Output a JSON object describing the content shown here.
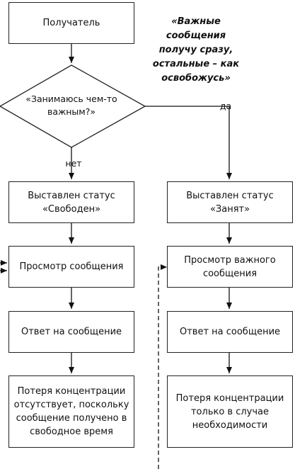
{
  "note": "«Важные сообщения получу сразу, остальные – как освобожусь»",
  "nodes": {
    "recipient": "Получатель",
    "decision": "«Занимаюсь чем-то важным?»",
    "status_free": "Выставлен статус «Свободен»",
    "status_busy": "Выставлен статус «Занят»",
    "view_message": "Просмотр сообщения",
    "view_important": "Просмотр важного сообщения",
    "reply_left": "Ответ на сообщение",
    "reply_right": "Ответ на сообщение",
    "result_left": "Потеря концентрации отсутствует, поскольку сообщение получено в свободное время",
    "result_right": "Потеря концентрации только в случае необходимости"
  },
  "edges": {
    "yes_label": "да",
    "no_label": "нет"
  }
}
